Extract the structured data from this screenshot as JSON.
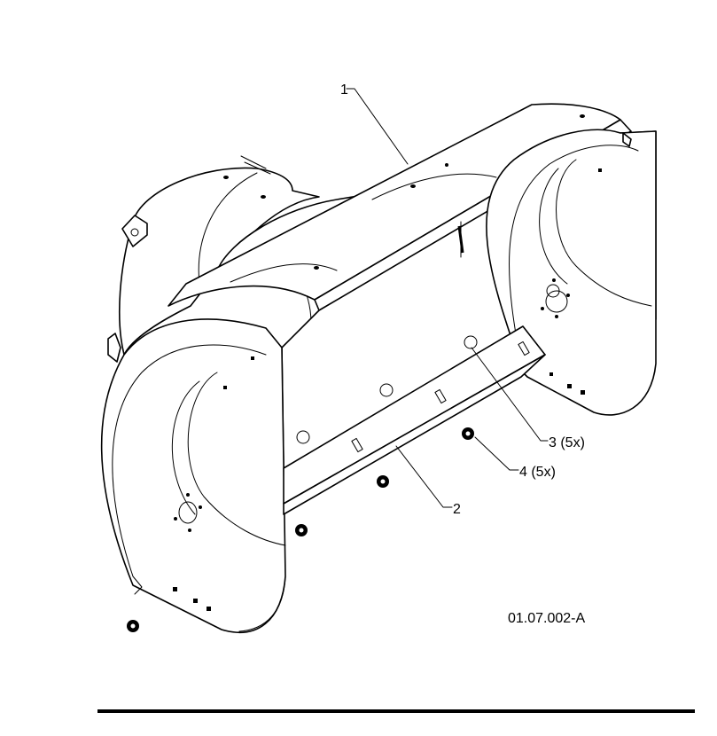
{
  "diagram": {
    "callouts": [
      {
        "id": "c1",
        "label": "1"
      },
      {
        "id": "c2",
        "label": "2"
      },
      {
        "id": "c3",
        "label": "3 (5x)"
      },
      {
        "id": "c4",
        "label": "4 (5x)"
      }
    ],
    "figure_code": "01.07.002-A"
  },
  "colors": {
    "line": "#000000",
    "background": "#ffffff"
  }
}
